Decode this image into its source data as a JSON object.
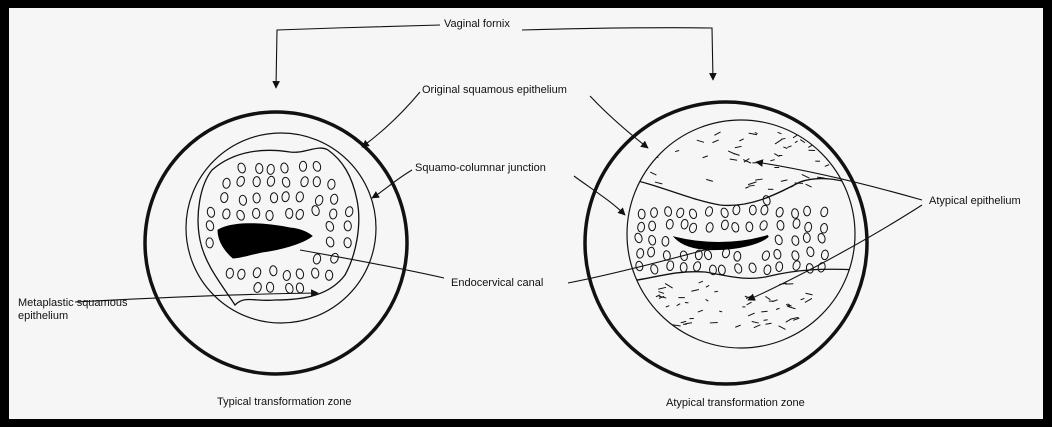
{
  "labels": {
    "vaginal_fornix": "Vaginal fornix",
    "original_squamous_epithelium": "Original squamous epithelium",
    "squamo_columnar_junction": "Squamo-columnar junction",
    "atypical_epithelium": "Atypical epithelium",
    "endocervical_canal": "Endocervical canal",
    "metaplastic_squamous_epithelium": "Metaplastic squamous epithelium"
  },
  "captions": {
    "typical": "Typical transformation zone",
    "atypical": "Atypical transformation zone"
  },
  "colors": {
    "background": "#f6f6f6",
    "ink": "#111111",
    "frame": "#000000"
  }
}
